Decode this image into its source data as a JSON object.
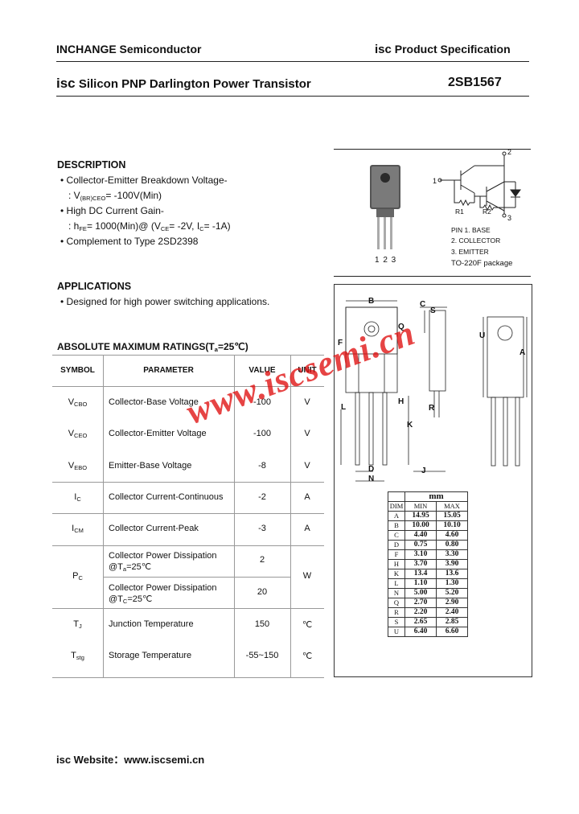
{
  "header": {
    "company": "INCHANGE Semiconductor",
    "spec_prefix": "isc",
    "spec_label": "Product Specification",
    "title_prefix": "isc",
    "title": "Silicon PNP Darlington Power Transistor",
    "part_number": "2SB1567"
  },
  "description": {
    "heading": "DESCRIPTION",
    "b1": "Collector-Emitter Breakdown Voltage-",
    "b1_lead": ": V",
    "b1_sub": "(BR)CEO",
    "b1_val": "= -100V(Min)",
    "b2": "High DC Current Gain-",
    "b2_lead": ": h",
    "b2_sub": "FE",
    "b2_mid": "= 1000(Min)@ (V",
    "b2_sub2": "CE",
    "b2_mid2": "= -2V, I",
    "b2_sub3": "C",
    "b2_end": "= -1A)",
    "b3": "Complement to Type 2SD2398"
  },
  "applications": {
    "heading": "APPLICATIONS",
    "b1": "Designed for high power switching applications."
  },
  "ratings": {
    "heading_main": "ABSOLUTE MAXIMUM RATINGS(T",
    "heading_sub": "a",
    "heading_end": "=25℃)",
    "col_symbol": "SYMBOL",
    "col_parameter": "PARAMETER",
    "col_value": "VALUE",
    "col_unit": "UNIT",
    "rows": [
      {
        "sym": "V",
        "sub": "CBO",
        "param": "Collector-Base Voltage",
        "value": "-100",
        "unit": "V"
      },
      {
        "sym": "V",
        "sub": "CEO",
        "param": "Collector-Emitter Voltage",
        "value": "-100",
        "unit": "V"
      },
      {
        "sym": "V",
        "sub": "EBO",
        "param": "Emitter-Base Voltage",
        "value": "-8",
        "unit": "V"
      },
      {
        "sym": "I",
        "sub": "C",
        "param": "Collector Current-Continuous",
        "value": "-2",
        "unit": "A"
      },
      {
        "sym": "I",
        "sub": "CM",
        "param": "Collector Current-Peak",
        "value": "-3",
        "unit": "A"
      },
      {
        "sym": "T",
        "sub": "J",
        "param": "Junction Temperature",
        "value": "150",
        "unit": "℃"
      },
      {
        "sym": "T",
        "sub": "stg",
        "param": "Storage Temperature",
        "value": "-55~150",
        "unit": "℃"
      }
    ],
    "pc": {
      "sym": "P",
      "sub": "C",
      "unit": "W",
      "p1": "Collector Power Dissipation",
      "p1b": "@T",
      "p1sub": "a",
      "p1c": "=25℃",
      "v1": "2",
      "p2": "Collector Power Dissipation",
      "p2b": "@T",
      "p2sub": "C",
      "p2c": "=25℃",
      "v2": "20"
    }
  },
  "package": {
    "pins": "1  2  3",
    "pin1": "PIN 1. BASE",
    "pin2": "2. COLLECTOR",
    "pin3": "3. EMITTER",
    "pkg": "TO-220F package",
    "r1": "R1",
    "r2": "R2",
    "n1": "1",
    "n2": "2",
    "n3": "3"
  },
  "dims": {
    "unit": "mm",
    "col_dim": "DIM",
    "col_min": "MIN",
    "col_max": "MAX",
    "rows": [
      [
        "A",
        "14.95",
        "15.05"
      ],
      [
        "B",
        "10.00",
        "10.10"
      ],
      [
        "C",
        "4.40",
        "4.60"
      ],
      [
        "D",
        "0.75",
        "0.80"
      ],
      [
        "F",
        "3.10",
        "3.30"
      ],
      [
        "H",
        "3.70",
        "3.90"
      ],
      [
        "K",
        "13.4",
        "13.6"
      ],
      [
        "L",
        "1.10",
        "1.30"
      ],
      [
        "N",
        "5.00",
        "5.20"
      ],
      [
        "Q",
        "2.70",
        "2.90"
      ],
      [
        "R",
        "2.20",
        "2.40"
      ],
      [
        "S",
        "2.65",
        "2.85"
      ],
      [
        "U",
        "6.40",
        "6.60"
      ]
    ],
    "labels": {
      "B": "B",
      "C": "C",
      "S": "S",
      "Q": "Q",
      "U": "U",
      "F": "F",
      "A": "A",
      "H": "H",
      "L": "L",
      "R": "R",
      "K": "K",
      "D": "D",
      "N": "N",
      "J": "J"
    }
  },
  "watermark": "www.iscsemi.cn",
  "footer": {
    "label": "isc Website：",
    "url": "www.iscsemi.cn"
  },
  "colors": {
    "watermark": "#e01010"
  }
}
